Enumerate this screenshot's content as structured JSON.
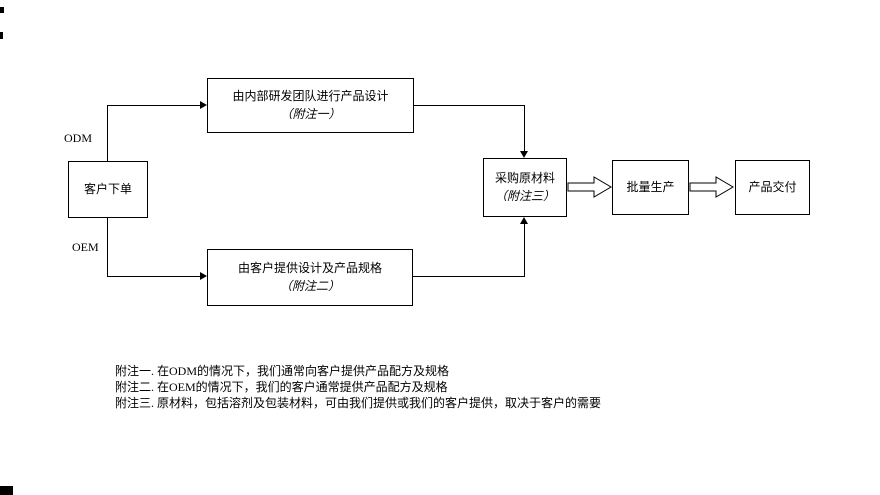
{
  "diagram": {
    "boxes": {
      "customer_order": {
        "label": "客户下单"
      },
      "odm_design": {
        "title": "由内部研发团队进行产品设计",
        "note_ref": "（附注一）"
      },
      "oem_design": {
        "title": "由客户提供设计及产品规格",
        "note_ref": "（附注二）"
      },
      "raw_materials": {
        "title": "采购原材料",
        "note_ref": "（附注三）"
      },
      "mass_production": {
        "label": "批量生产"
      },
      "product_delivery": {
        "label": "产品交付"
      }
    },
    "branch_labels": {
      "odm": "ODM",
      "oem": "OEM"
    }
  },
  "footnotes": {
    "note1": "附注一. 在ODM的情况下，我们通常向客户提供产品配方及规格",
    "note2": "附注二. 在OEM的情况下，我们的客户通常提供产品配方及规格",
    "note3": "附注三. 原材料，包括溶剂及包装材料，可由我们提供或我们的客户提供，取决于客户的需要"
  },
  "colors": {
    "line": "#000000",
    "box_fill": "#ffffff",
    "text": "#000000",
    "background": "#ffffff"
  }
}
